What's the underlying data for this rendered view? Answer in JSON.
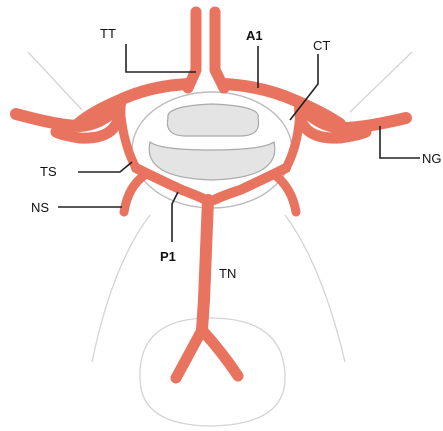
{
  "diagram": {
    "labels": {
      "tt": "TT",
      "a1": "A1",
      "ct": "CT",
      "ts": "TS",
      "ns": "NS",
      "ng": "NG",
      "p1": "P1",
      "tn": "TN"
    },
    "colors": {
      "vessel": "#e8735f",
      "vessel_outline": "#c8503e",
      "sketch_line": "#d4d4d4",
      "leader_line": "#222222",
      "pad_fill": "#e4e4e4",
      "pad_stroke": "#a9a9a9",
      "center_fill": "#ffffff",
      "center_stroke": "#bdbdbd"
    }
  }
}
